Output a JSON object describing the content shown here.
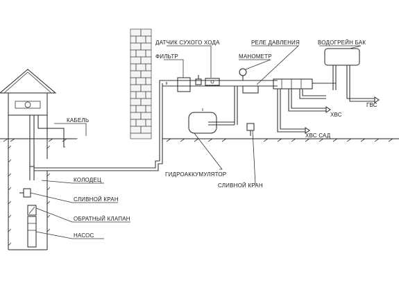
{
  "labels": {
    "dry_run_sensor": "ДАТЧИК СУХОГО ХОДА",
    "filter": "ФИЛЬТР",
    "pressure_relay": "РЕЛЕ ДАВЛЕНИЯ",
    "manometer": "МАНОМЕТР",
    "water_heater": "ВОДОГРЕЙН БАК",
    "cable": "КАБЕЛЬ",
    "hot_water": "ГВС",
    "cold_water": "ХВС",
    "cold_water_garden": "ХВС САД",
    "well": "КОЛОДЕЦ",
    "hydroaccumulator": "ГИДРОАККУМУЛЯТОР",
    "drain_valve_well": "СЛИВНОЙ КРАН",
    "drain_valve_house": "СЛИВНОЙ КРАН",
    "check_valve": "ОБРАТНЫЙ КЛАПАН",
    "pump": "НАСОС"
  }
}
